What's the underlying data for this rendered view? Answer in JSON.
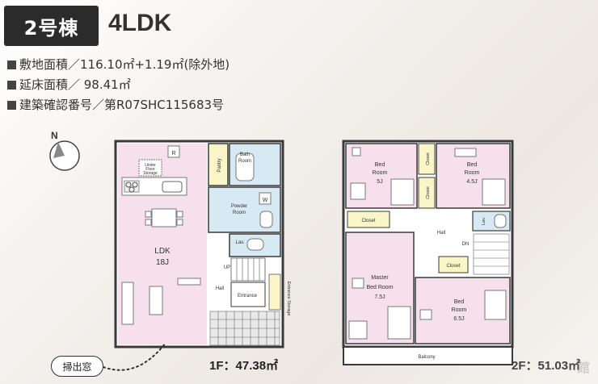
{
  "header": {
    "badge": "2号棟",
    "layout_type": "4LDK"
  },
  "info": {
    "site_area": "敷地面積／116.10㎡+1.19㎡(除外地)",
    "floor_area": "延床面積／ 98.41㎡",
    "confirmation_no": "建築確認番号／第R07SHC115683号"
  },
  "floor1": {
    "area_label": "1F：47.38㎡",
    "rooms": {
      "ldk": "LDK",
      "ldk_size": "18J",
      "pantry": "Pantry",
      "bath": "Bath",
      "bath2": "Room",
      "powder": "Powder",
      "powder2": "Room",
      "lav": "Lav.",
      "up": "UP",
      "hall": "Hall",
      "entrance": "Entrance",
      "entrance_storage": "Entrance Storage",
      "under_floor": "Under",
      "under_floor2": "Floor",
      "under_floor3": "Storage",
      "r_mark": "R",
      "w_mark": "W"
    },
    "callout": "掃出窓"
  },
  "floor2": {
    "area_label": "2F：51.03㎡",
    "rooms": {
      "bed1": "Bed",
      "bed1b": "Room",
      "bed1_size": "5J",
      "bed2": "Bed",
      "bed2b": "Room",
      "bed2_size": "4.5J",
      "closet": "Closet",
      "hall": "Hall",
      "dn": "DN",
      "lav": "Lav.",
      "master1": "Master",
      "master2": "Bed Room",
      "master_size": "7.5J",
      "bed3": "Bed",
      "bed3b": "Room",
      "bed3_size": "6.5J",
      "balcony": "Balcony"
    }
  },
  "compass": {
    "label": "N"
  },
  "watermark": "館",
  "colors": {
    "room_pink": "#f6e0ec",
    "room_blue": "#d7e9f3",
    "closet_yellow": "#fbf6c8",
    "wall": "#3a3a3a"
  }
}
